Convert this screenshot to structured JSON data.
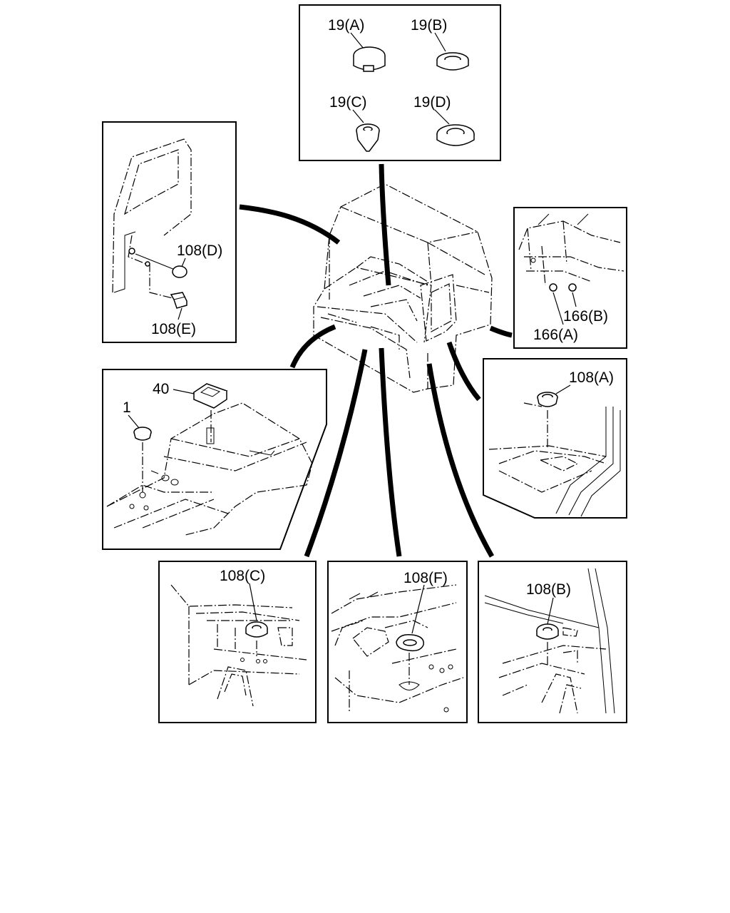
{
  "callouts": {
    "c19a": "19(A)",
    "c19b": "19(B)",
    "c19c": "19(C)",
    "c19d": "19(D)",
    "c108d": "108(D)",
    "c108e": "108(E)",
    "c166b": "166(B)",
    "c166a": "166(A)",
    "c40": "40",
    "c1": "1",
    "c108a": "108(A)",
    "c108c": "108(C)",
    "c108f": "108(F)",
    "c108b": "108(B)"
  }
}
